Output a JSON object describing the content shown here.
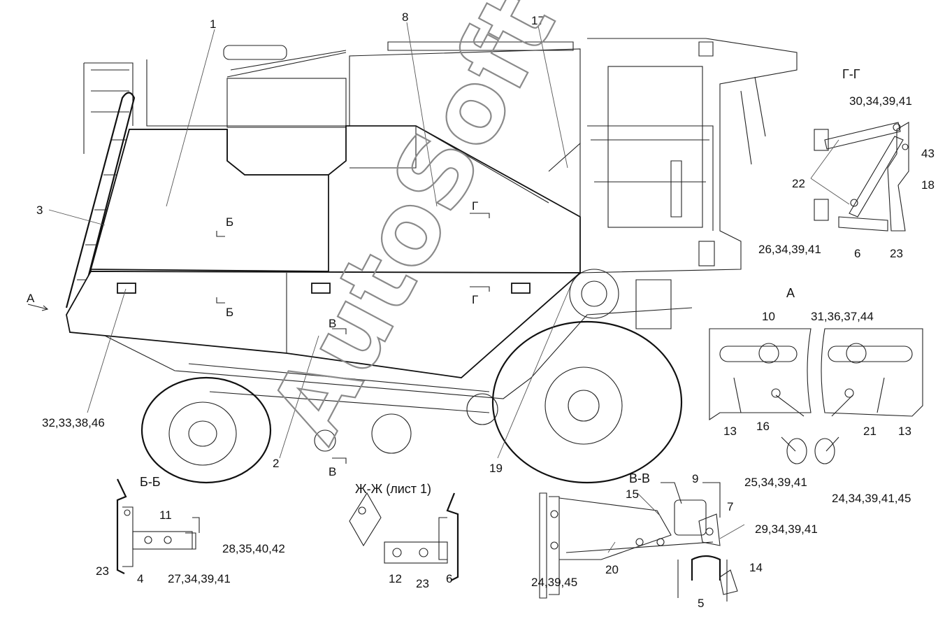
{
  "callouts": {
    "c1": "1",
    "c2": "2",
    "c3": "3",
    "c8": "8",
    "c17": "17",
    "c19": "19",
    "c32": "32,33,38,46",
    "gg_30": "30,34,39,41",
    "gg_43": "43",
    "gg_22": "22",
    "gg_18": "18",
    "gg_26": "26,34,39,41",
    "gg_6": "6",
    "gg_23": "23",
    "a_10": "10",
    "a_31": "31,36,37,44",
    "a_13l": "13",
    "a_16": "16",
    "a_21": "21",
    "a_13r": "13",
    "a_25": "25,34,39,41",
    "a_24": "24,34,39,41,45",
    "bb_11": "11",
    "bb_28": "28,35,40,42",
    "bb_23": "23",
    "bb_4": "4",
    "bb_27": "27,34,39,41",
    "zh_12": "12",
    "zh_23": "23",
    "zh_6": "6",
    "vv_9": "9",
    "vv_15": "15",
    "vv_7": "7",
    "vv_29": "29,34,39,41",
    "vv_20": "20",
    "vv_14": "14",
    "vv_24": "24,39,45",
    "vv_5": "5"
  },
  "markers": {
    "b_top": "Б",
    "b_bot": "Б",
    "g_top": "Г",
    "g_bot": "Г",
    "v_top": "В",
    "v_bot": "В",
    "a_arrow": "А"
  },
  "sections": {
    "gg": "Г-Г",
    "a": "А",
    "bb": "Б-Б",
    "zhzh": "Ж-Ж (лист 1)",
    "vv": "В-В"
  },
  "watermark": "AutoSoft",
  "colors": {
    "line": "#111111",
    "watermark": "#8a8a8a",
    "background": "#ffffff"
  }
}
